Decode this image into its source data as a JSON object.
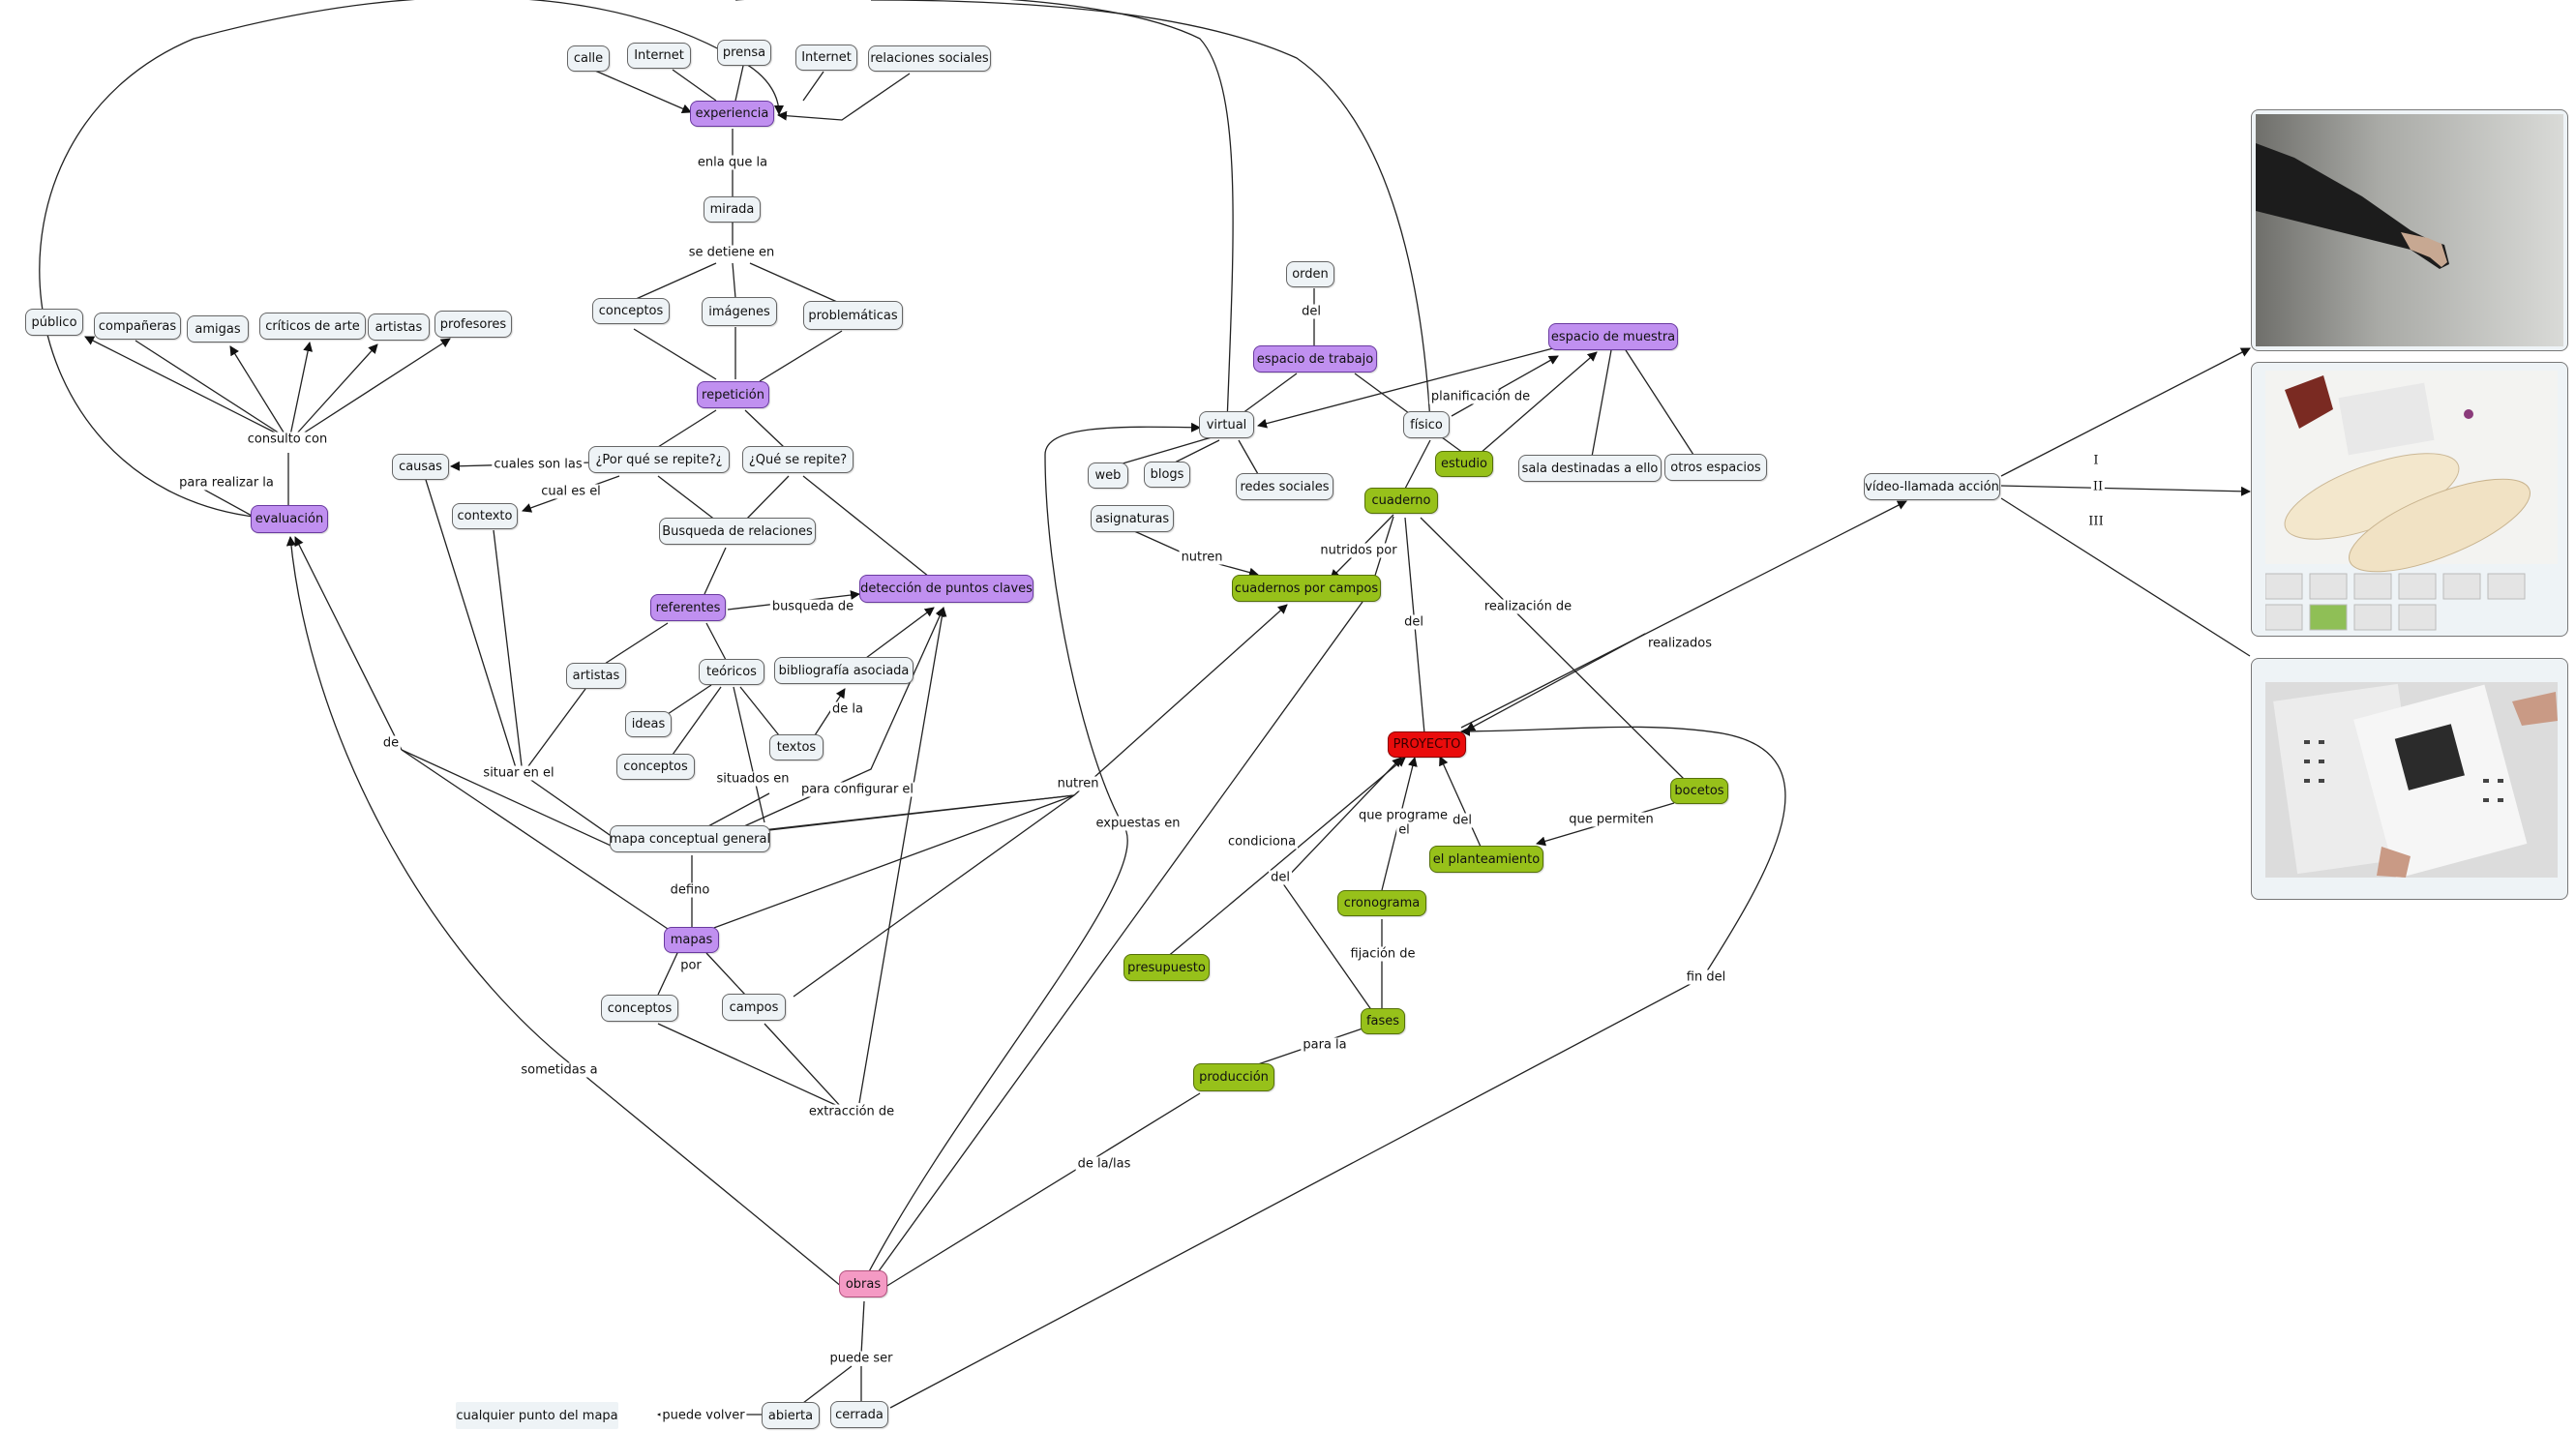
{
  "nodes": {
    "calle": "calle",
    "internet1": "Internet",
    "prensa": "prensa",
    "internet2": "Internet",
    "relaciones_sociales": "relaciones sociales",
    "experiencia": "experiencia",
    "mirada": "mirada",
    "conceptos1": "conceptos",
    "imagenes": "imágenes",
    "problematicas": "problemáticas",
    "repeticion": "repetición",
    "por_que": "¿Por qué se repite?¿",
    "que_se_repite": "¿Qué se repite?",
    "causas": "causas",
    "contexto": "contexto",
    "busqueda_relaciones": "Busqueda de relaciones",
    "deteccion": "detección de puntos claves",
    "referentes": "referentes",
    "artistas1": "artistas",
    "teoricos": "teóricos",
    "bibliografia": "bibliografía asociada",
    "ideas": "ideas",
    "conceptos2": "conceptos",
    "textos": "textos",
    "mapa_conceptual": "mapa conceptual general",
    "mapas": "mapas",
    "conceptos3": "conceptos",
    "campos": "campos",
    "publico": "público",
    "companeras": "compañeras",
    "amigas": "amigas",
    "criticos": "críticos de arte",
    "artistas2": "artistas",
    "profesores": "profesores",
    "evaluacion": "evaluación",
    "obras": "obras",
    "abierta": "abierta",
    "cerrada": "cerrada",
    "cualquier_punto": "cualquier punto del mapa",
    "orden": "orden",
    "espacio_trabajo": "espacio de trabajo",
    "virtual": "virtual",
    "fisico": "físico",
    "web": "web",
    "blogs": "blogs",
    "redes_sociales": "redes sociales",
    "espacio_muestra": "espacio de muestra",
    "sala_destinadas": "sala destinadas a ello",
    "otros_espacios": "otros espacios",
    "estudio": "estudio",
    "cuaderno": "cuaderno",
    "asignaturas": "asignaturas",
    "cuadernos_campos": "cuadernos por campos",
    "proyecto": "PROYECTO",
    "bocetos": "bocetos",
    "el_planteamiento": "el planteamiento",
    "cronograma": "cronograma",
    "presupuesto": "presupuesto",
    "fases": "fases",
    "produccion": "producción",
    "video_llamada": "vídeo-llamada acción"
  },
  "labels": {
    "enla_que_la": "enla que la",
    "se_detiene_en": "se detiene en",
    "consulto_con": "consulto con",
    "para_realizar_la": "para realizar la",
    "cuales_son_las": "cuales son las",
    "cual_es_el": "cual es el",
    "busqueda_de": "busqueda de",
    "de_la": "de la",
    "situados_en": "situados en",
    "situar_en_el": "situar en el",
    "para_configurar_el": "para configurar el",
    "de": "de",
    "defino": "defino",
    "por": "por",
    "extraccion_de": "extracción de",
    "sometidas_a": "sometidas a",
    "nutren1": "nutren",
    "expuestas_en": "expuestas en",
    "puede_ser": "puede ser",
    "puede_volver": "puede volver",
    "del1": "del",
    "planificacion_de": "planificación de",
    "nutren2": "nutren",
    "nutridos_por": "nutridos por",
    "realizacion_de": "realización de",
    "del2": "del",
    "realizados": "realizados",
    "que_permiten": "que permiten",
    "que_programe_el": "que programe",
    "el_word": "el",
    "del3": "del",
    "condiciona": "condiciona",
    "del4": "del",
    "fijacion_de": "fijación de",
    "para_la": "para la",
    "de_la_las": "de la/las",
    "fin_del": "fin del",
    "roman_1": "I",
    "roman_2": "II",
    "roman_3": "III"
  },
  "icons": {
    "panel1": "photo-arm-icon",
    "panel2": "photo-insoles-icon",
    "panel3": "photo-booklet-icon"
  },
  "colors": {
    "purple": "#c090f0",
    "green": "#97c11a",
    "red": "#ea0c0c",
    "pink": "#f49ac4",
    "default": "#eef3f6",
    "edge": "#222222"
  }
}
